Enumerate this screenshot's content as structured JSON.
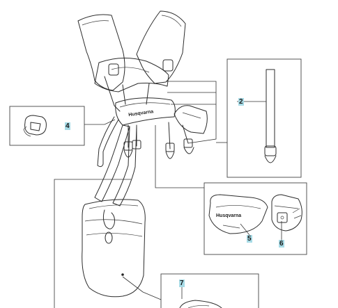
{
  "callouts": [
    {
      "id": "2",
      "text": "2"
    },
    {
      "id": "4",
      "text": "4"
    },
    {
      "id": "5",
      "text": "5"
    },
    {
      "id": "6",
      "text": "6"
    },
    {
      "id": "7",
      "text": "7"
    }
  ],
  "brand": {
    "main": "Husqvarna",
    "pad": "Husqvarna"
  },
  "colors": {
    "callout_bg": "#a7dbe6",
    "line": "#2b2b2b"
  }
}
